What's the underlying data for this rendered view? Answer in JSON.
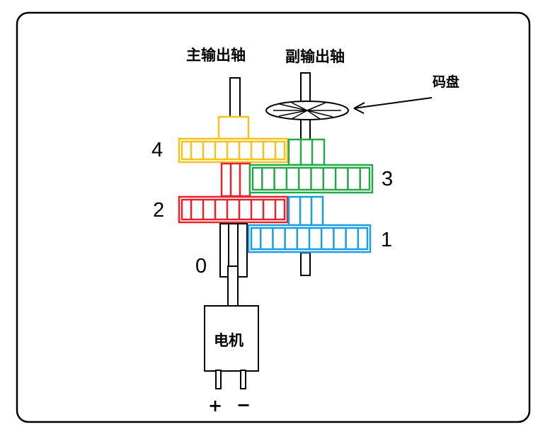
{
  "labels": {
    "main_shaft": "主输出轴",
    "sub_shaft": "副输出轴",
    "encoder": "码盘",
    "motor": "电机",
    "plus": "+",
    "minus": "−"
  },
  "gears": [
    {
      "label": "0",
      "color": "#000000"
    },
    {
      "label": "1",
      "color": "#1a9ee0"
    },
    {
      "label": "2",
      "color": "#e8232b"
    },
    {
      "label": "3",
      "color": "#26a84a"
    },
    {
      "label": "4",
      "color": "#f5c11a"
    }
  ]
}
